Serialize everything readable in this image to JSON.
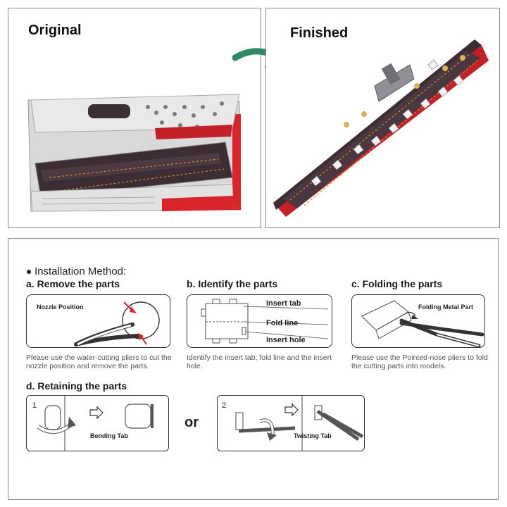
{
  "original": {
    "title": "Original"
  },
  "finished": {
    "title": "Finished"
  },
  "install": {
    "heading": "Installation Method:",
    "step_a": {
      "title": "a. Remove the parts",
      "label": "Nozzle Position",
      "desc": "Please use the water-cutting pliers to cut the nozzle position and remove the parts."
    },
    "step_b": {
      "title": "b. Identify the parts",
      "labels": [
        "Insert tab",
        "Fold line",
        "Insert hole"
      ],
      "desc": "Identify the insert tab, fold line and the insert hole."
    },
    "step_c": {
      "title": "c. Folding the parts",
      "label": "Folding Metal Part",
      "desc": "Please use the Pointed-nose pliers to fold the cutting parts into models."
    },
    "step_d": {
      "title": "d. Retaining the parts",
      "option1": {
        "number": "1",
        "label": "Bending Tab"
      },
      "or": "or",
      "option2": {
        "number": "2",
        "label": "Twisting Tab"
      }
    }
  },
  "colors": {
    "arrow": "#2e8a66",
    "accent_red": "#d9242b",
    "deck": "#3b2d33"
  }
}
